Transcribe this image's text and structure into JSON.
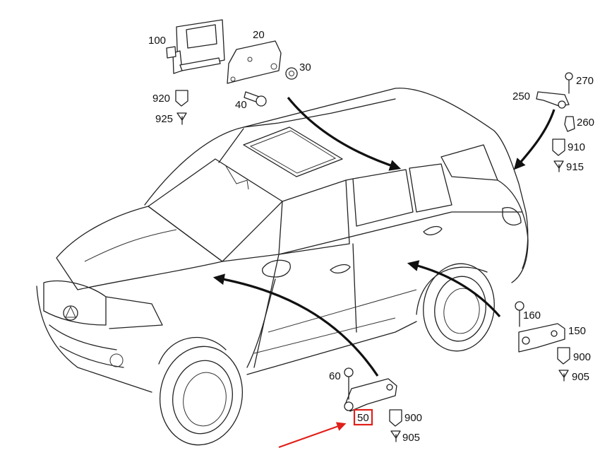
{
  "labels": {
    "p100": "100",
    "p20": "20",
    "p30": "30",
    "p40": "40",
    "p920": "920",
    "p925": "925",
    "p270": "270",
    "p250": "250",
    "p260": "260",
    "p910": "910",
    "p915": "915",
    "p160": "160",
    "p150": "150",
    "p900a": "900",
    "p905a": "905",
    "p60": "60",
    "p50": "50",
    "p900b": "900",
    "p905b": "905"
  },
  "highlight": {
    "part": "50",
    "box_color": "#e0201a",
    "pointer_color": "#e0201a"
  },
  "icons": [
    "car-outline",
    "control-unit",
    "mounting-bracket",
    "bolt",
    "nut",
    "connector",
    "terminal"
  ]
}
